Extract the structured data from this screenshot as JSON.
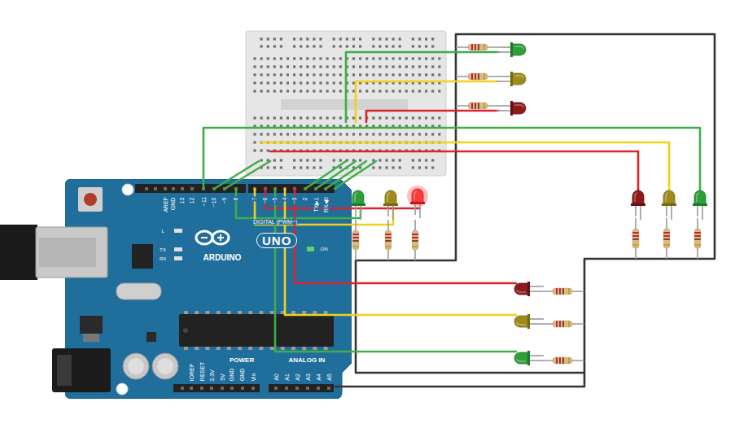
{
  "diagram": {
    "nodes": [
      {
        "text": [
          "AREF",
          "GND",
          "13",
          "12",
          "~11",
          "~10",
          "~9",
          "8",
          "7",
          "~6",
          "~5",
          "4",
          "~3",
          "2",
          "TX▶1",
          "RX◀0",
          "DIGITAL (PWM~)",
          "L",
          "TX",
          "RX",
          "ARDUINO",
          "UNO",
          "ON",
          "IOREF",
          "RESET",
          "3.3V",
          "5V",
          "GND",
          "GND",
          "Vin",
          "POWER",
          "ANALOG IN",
          "A0",
          "A1",
          "A2",
          "A3",
          "A4",
          "A5"
        ]
      }
    ]
  }
}
